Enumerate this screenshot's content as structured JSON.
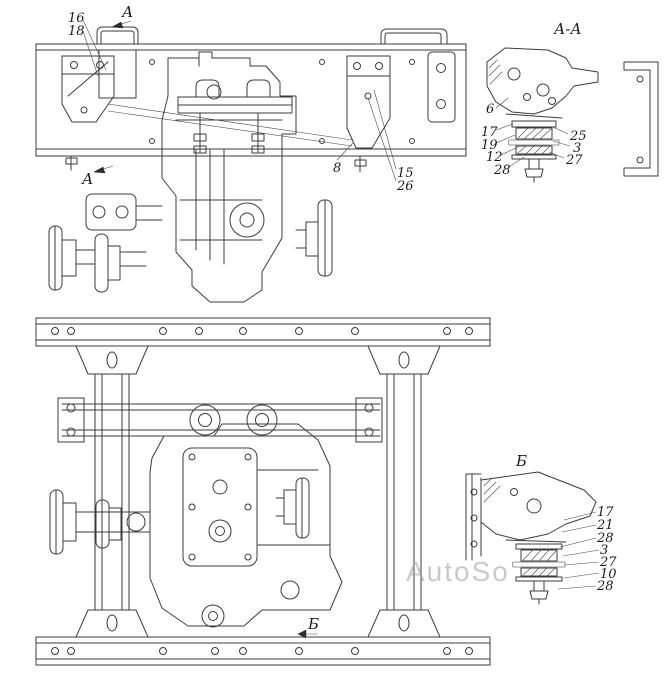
{
  "colors": {
    "line": "#3b3b3b",
    "background": "#ffffff",
    "watermark": "#9d9d9d"
  },
  "watermark": {
    "text": "AutoSo"
  },
  "side_view": {
    "section_label_top": "А",
    "section_label_bottom": "А",
    "callouts": {
      "c16": "16",
      "c18": "18",
      "c8": "8",
      "c15": "15",
      "c26": "26"
    }
  },
  "section_aa": {
    "title": "А-А",
    "callouts": {
      "c6": "6",
      "c17": "17",
      "c19": "19",
      "c12": "12",
      "c28": "28",
      "c25": "25",
      "c3": "3",
      "c27": "27"
    }
  },
  "plan_view": {
    "detail_label": "Б"
  },
  "detail_b": {
    "title": "Б",
    "callouts": {
      "c17": "17",
      "c21": "21",
      "c28a": "28",
      "c3": "3",
      "c27": "27",
      "c10": "10",
      "c28b": "28"
    }
  }
}
